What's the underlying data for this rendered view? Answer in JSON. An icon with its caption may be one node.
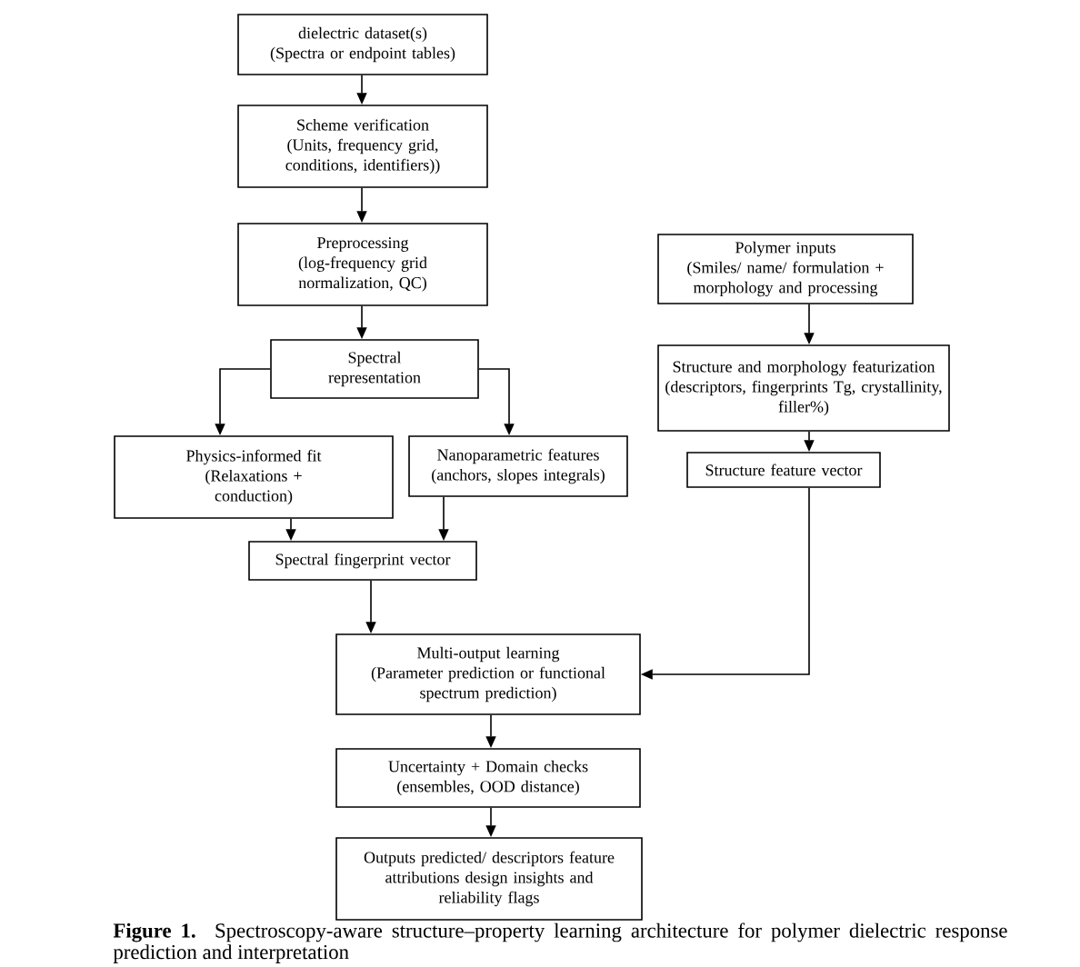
{
  "diagram": {
    "caption": "**Figure 1.** Spectroscopy-aware structure–property learning architecture for polymer dielectric response prediction and interpretation",
    "nodes": [
      {
        "text": [
          "dielectric dataset(s)",
          "(Spectra or endpoint tables)"
        ]
      },
      {
        "text": [
          "Scheme verification",
          "(Units, frequency grid, conditions, identifiers))"
        ]
      },
      {
        "text": [
          "Preprocessing",
          "(log-frequency grid normalization, QC)"
        ]
      },
      {
        "text": [
          "Spectral representation"
        ]
      },
      {
        "text": [
          "Physics-informed fit",
          "(Relaxations + conduction)"
        ]
      },
      {
        "text": [
          "Nanoparametric features",
          "(anchors, slopes integrals)"
        ]
      },
      {
        "text": [
          "Spectral fingerprint vector"
        ]
      },
      {
        "text": [
          "Polymer inputs",
          "(Smiles/ name/ formulation + morphology and processing"
        ]
      },
      {
        "text": [
          "Structure and morphology featurization (descriptors, fingerprints Tg, crystallinity, filler%)"
        ]
      },
      {
        "text": [
          "Structure feature vector"
        ]
      },
      {
        "text": [
          "Multi-output learning",
          "(Parameter prediction or functional spectrum prediction)"
        ]
      },
      {
        "text": [
          "Uncertainty + Domain checks",
          "(ensembles, OOD distance)"
        ]
      },
      {
        "text": [
          "Outputs predicted/ descriptors feature attributions design insights and reliability flags"
        ]
      }
    ],
    "edges": [
      {
        "from": 0,
        "to": 1,
        "arrow": "to"
      },
      {
        "from": 1,
        "to": 2,
        "arrow": "to"
      },
      {
        "from": 2,
        "to": 3,
        "arrow": "to"
      },
      {
        "from": 3,
        "to": 4,
        "arrow": "to"
      },
      {
        "from": 3,
        "to": 5,
        "arrow": "to"
      },
      {
        "from": 4,
        "to": 6,
        "arrow": "to"
      },
      {
        "from": 5,
        "to": 6,
        "arrow": "to"
      },
      {
        "from": 6,
        "to": 10,
        "arrow": "to"
      },
      {
        "from": 7,
        "to": 8,
        "arrow": "to"
      },
      {
        "from": 8,
        "to": 9,
        "arrow": "to"
      },
      {
        "from": 9,
        "to": 10,
        "arrow": "to"
      },
      {
        "from": 10,
        "to": 11,
        "arrow": "to"
      },
      {
        "from": 11,
        "to": 12,
        "arrow": "to"
      }
    ]
  }
}
